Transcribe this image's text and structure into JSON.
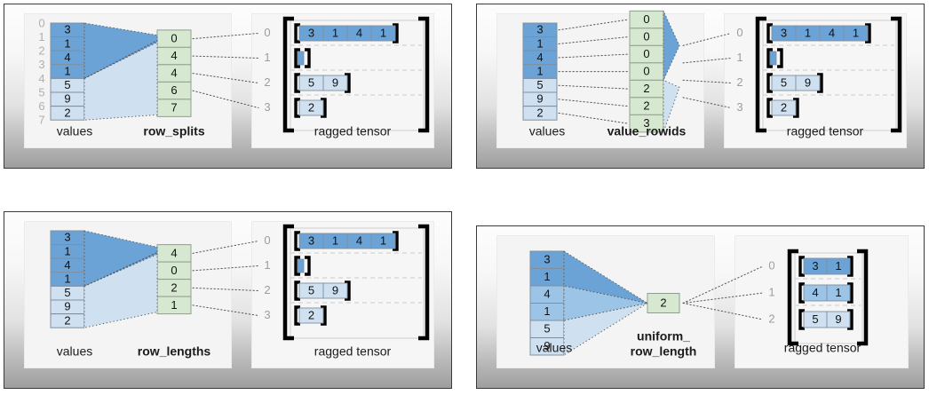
{
  "colors": {
    "blue_dark": "#6ba3d6",
    "blue_mid": "#9cc4e6",
    "blue_light": "#cfe0f0",
    "green": "#d6e8d0",
    "cell_border": "#7f8f9f",
    "green_border": "#8f9f8f",
    "index_text": "#b0b0b0",
    "bracket": "#000000",
    "dotted": "#555555",
    "panel_border": "#3a3a3a",
    "card_bg": "#f4f4f4"
  },
  "labels": {
    "values": "values",
    "ragged_tensor": "ragged tensor"
  },
  "panels": [
    {
      "id": "row-splits",
      "encoding_label": "row_splits",
      "encoding_label_lines": [
        "row_splits"
      ],
      "values": [
        3,
        1,
        4,
        1,
        5,
        9,
        2
      ],
      "value_shades": [
        "dark",
        "dark",
        "dark",
        "dark",
        "light",
        "light",
        "light"
      ],
      "value_indices": [
        0,
        1,
        2,
        3,
        4,
        5,
        6,
        7
      ],
      "show_value_indices": true,
      "encoding_values": [
        0,
        4,
        4,
        6,
        7
      ],
      "ragged_rows": [
        {
          "index": 0,
          "cells": [
            3,
            1,
            4,
            1
          ],
          "shade": "dark"
        },
        {
          "index": 1,
          "cells": [],
          "shade": "dark"
        },
        {
          "index": 2,
          "cells": [
            5,
            9
          ],
          "shade": "light"
        },
        {
          "index": 3,
          "cells": [
            2
          ],
          "shade": "light"
        }
      ],
      "fan_direction": "right-converge"
    },
    {
      "id": "value-rowids",
      "encoding_label": "value_rowids",
      "encoding_label_lines": [
        "value_rowids"
      ],
      "values": [
        3,
        1,
        4,
        1,
        5,
        9,
        2
      ],
      "value_shades": [
        "dark",
        "dark",
        "dark",
        "dark",
        "light",
        "light",
        "light"
      ],
      "value_indices": [],
      "show_value_indices": false,
      "encoding_values": [
        0,
        0,
        0,
        0,
        2,
        2,
        3
      ],
      "ragged_rows": [
        {
          "index": 0,
          "cells": [
            3,
            1,
            4,
            1
          ],
          "shade": "dark"
        },
        {
          "index": 1,
          "cells": [],
          "shade": "dark"
        },
        {
          "index": 2,
          "cells": [
            5,
            9
          ],
          "shade": "light"
        },
        {
          "index": 3,
          "cells": [
            2
          ],
          "shade": "light"
        }
      ],
      "fan_direction": "right-diverge"
    },
    {
      "id": "row-lengths",
      "encoding_label": "row_lengths",
      "encoding_label_lines": [
        "row_lengths"
      ],
      "values": [
        3,
        1,
        4,
        1,
        5,
        9,
        2
      ],
      "value_shades": [
        "dark",
        "dark",
        "dark",
        "dark",
        "light",
        "light",
        "light"
      ],
      "value_indices": [],
      "show_value_indices": false,
      "encoding_values": [
        4,
        0,
        2,
        1
      ],
      "ragged_rows": [
        {
          "index": 0,
          "cells": [
            3,
            1,
            4,
            1
          ],
          "shade": "dark"
        },
        {
          "index": 1,
          "cells": [],
          "shade": "dark"
        },
        {
          "index": 2,
          "cells": [
            5,
            9
          ],
          "shade": "light"
        },
        {
          "index": 3,
          "cells": [
            2
          ],
          "shade": "light"
        }
      ],
      "fan_direction": "right-converge"
    },
    {
      "id": "uniform-row-length",
      "encoding_label": "uniform_ row_length",
      "encoding_label_lines": [
        "uniform_",
        "row_length"
      ],
      "values": [
        3,
        1,
        4,
        1,
        5,
        9
      ],
      "value_shades": [
        "dark",
        "dark",
        "mid",
        "mid",
        "light",
        "light"
      ],
      "value_indices": [],
      "show_value_indices": false,
      "encoding_values": [
        2
      ],
      "ragged_rows": [
        {
          "index": 0,
          "cells": [
            3,
            1
          ],
          "shade": "dark"
        },
        {
          "index": 1,
          "cells": [
            4,
            1
          ],
          "shade": "mid"
        },
        {
          "index": 2,
          "cells": [
            5,
            9
          ],
          "shade": "light"
        }
      ],
      "fan_direction": "point"
    }
  ]
}
